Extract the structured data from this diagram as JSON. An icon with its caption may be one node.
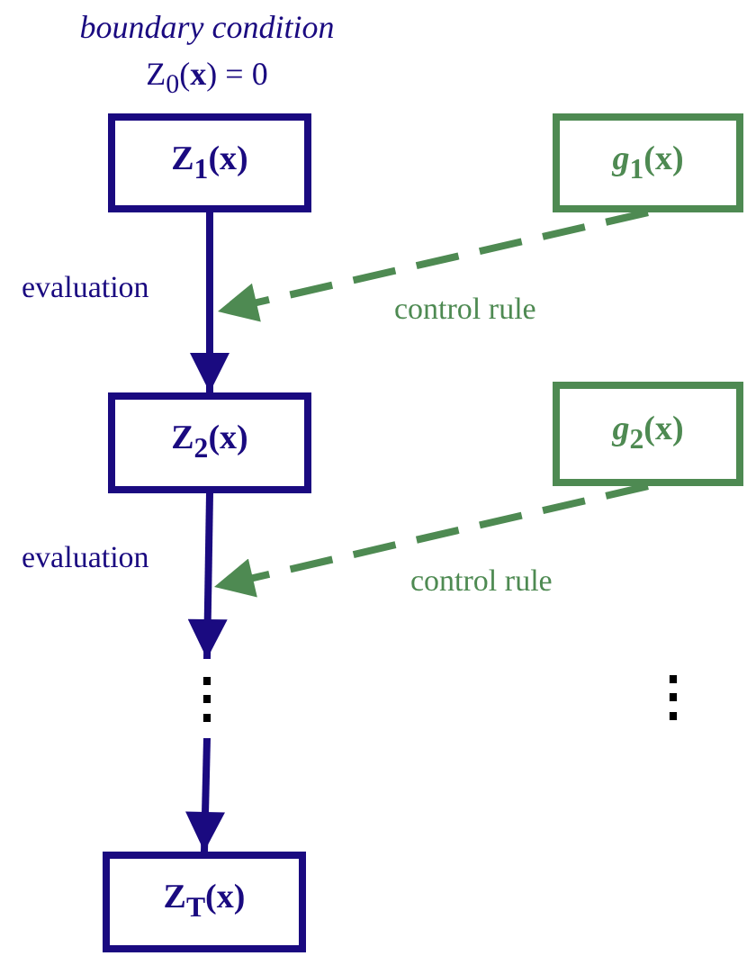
{
  "diagram": {
    "nodes": [
      {
        "text": [
          "Z$_{1}$(x)"
        ],
        "beside": [
          "boundary condition",
          "Z$_{0}$(**x**) = 0"
        ]
      },
      {
        "text": [
          "*g*$_{1}$(x)"
        ]
      },
      {
        "text": [
          "Z$_{2}$(x)"
        ]
      },
      {
        "text": [
          "*g*$_{2}$(x)"
        ]
      },
      {
        "text": [
          "⋮"
        ]
      },
      {
        "text": [
          "Z$_{T}$(x)"
        ]
      }
    ],
    "edges": [
      {
        "from": 0,
        "to": 2,
        "arrow": "to",
        "label": "evaluation"
      },
      {
        "from": 1,
        "to": null,
        "arrow": "to",
        "label": "control rule",
        "style": "dashed",
        "color": "#4e8a52"
      },
      {
        "from": 2,
        "to": 4,
        "arrow": "to",
        "label": "evaluation"
      },
      {
        "from": 3,
        "to": null,
        "arrow": "to",
        "label": "control rule",
        "style": "dashed",
        "color": "#4e8a52"
      },
      {
        "from": 4,
        "to": 5,
        "arrow": "to"
      }
    ],
    "labels": [
      "⋮"
    ]
  }
}
